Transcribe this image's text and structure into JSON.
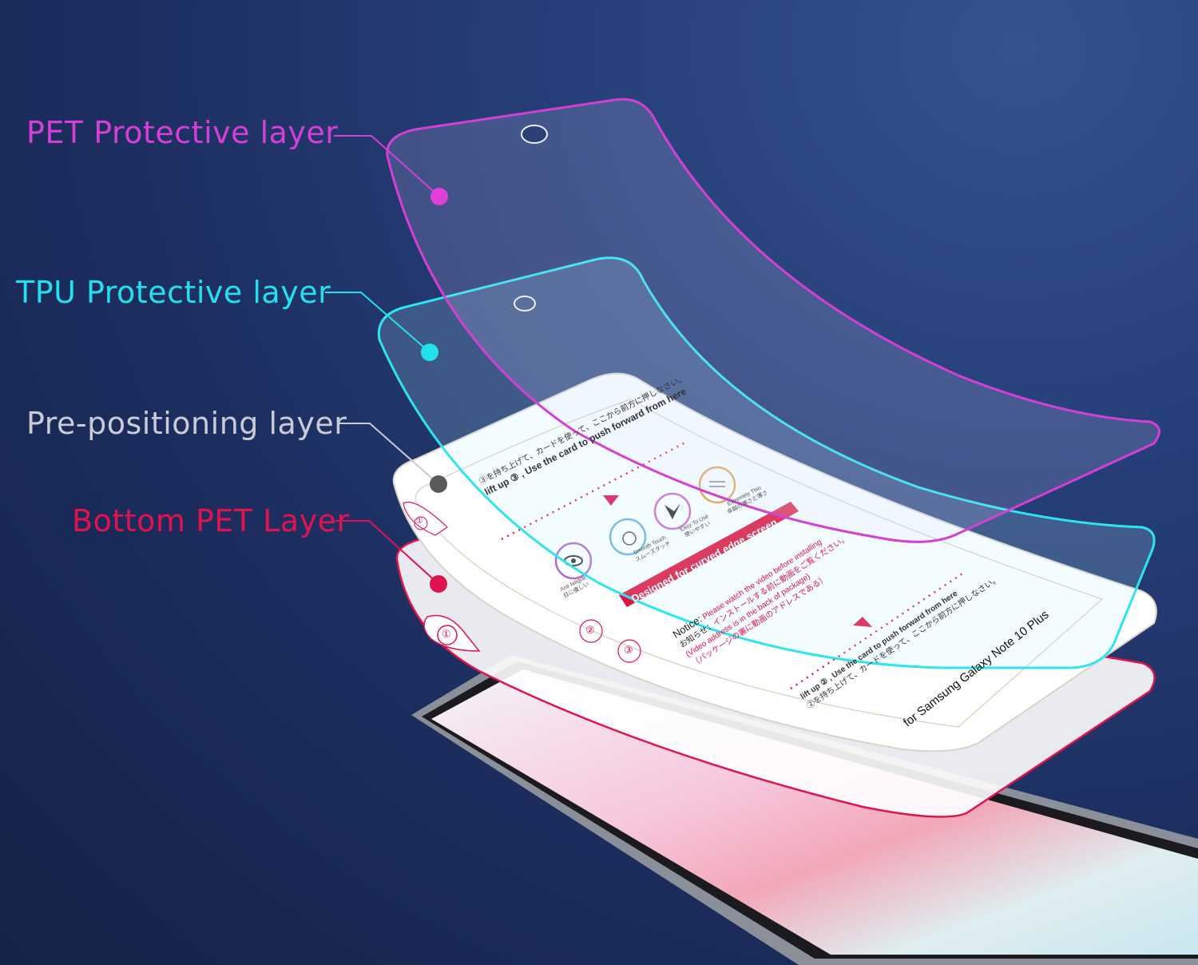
{
  "labels": {
    "pet": "PET Protective layer",
    "tpu": "TPU Protective layer",
    "prepos": "Pre-positioning layer",
    "bottom": "Bottom PET Layer"
  },
  "colors": {
    "pet": "#d43fd6",
    "tpu": "#22e0ee",
    "prepos": "#c9ccd4",
    "bottom": "#e0134f",
    "dot_prepos": "#5a5a5a"
  },
  "card": {
    "jp_top": "③を持ち上げて、カードを使って、ここから前方に押しなさい。",
    "instruction_top": "lift up ③ , Use the card to push forward from here",
    "features": [
      {
        "en": "Anti fatigue",
        "jp": "目に優しい",
        "icon": "eye-icon"
      },
      {
        "en": "Smooth Touch",
        "jp": "スムーズタッチ",
        "icon": "fingerprint-icon"
      },
      {
        "en": "Easy To Use",
        "jp": "使いやすい",
        "icon": "checkmark-icon"
      },
      {
        "en": "Extremely Thin",
        "jp": "卓越の薄さと薄さ",
        "icon": "thin-layers-icon"
      }
    ],
    "banner": "Designed for curved edge screen",
    "notice_label": "Notice:",
    "notice_text": "Please watch the video before installing",
    "notice_jp_label": "お知らせ：",
    "notice_jp": "インストールする前に動画をご覧ください。",
    "video_text": "(Video address is in the back of package)",
    "video_jp": "（パッケージの裏に動画のアドレスである）",
    "instruction_bottom": "lift up ② , Use the card to push forward from here",
    "jp_bottom": "②を持ち上げて、カードを使って、ここから前方に押しなさい。",
    "model": "for Samsung Galaxy Note 10 Plus",
    "tabs": [
      "①",
      "②",
      "③",
      "①"
    ]
  }
}
